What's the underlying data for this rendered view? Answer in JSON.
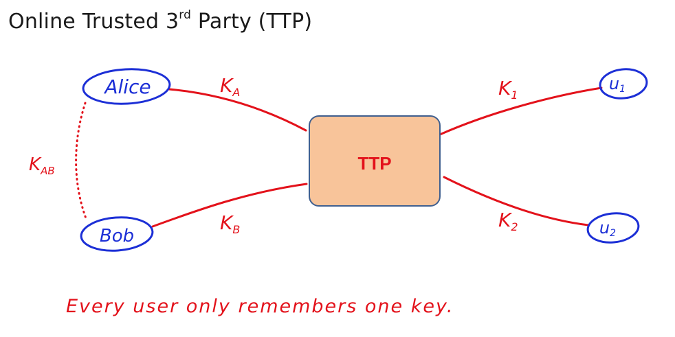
{
  "title": {
    "main": "Online Trusted 3",
    "superscript": "rd",
    "rest": " Party  (TTP)"
  },
  "nodes": {
    "ttp": "TTP",
    "alice": "Alice",
    "bob": "Bob",
    "u1": "u",
    "u1_sub": "1",
    "u2": "u",
    "u2_sub": "2"
  },
  "keys": {
    "ka": "K",
    "ka_sub": "A",
    "kb": "K",
    "kb_sub": "B",
    "k1": "K",
    "k1_sub": "1",
    "k2": "K",
    "k2_sub": "2",
    "kab": "K",
    "kab_sub": "AB"
  },
  "caption": "Every user only remembers one key.",
  "colors": {
    "ttp_fill": "#f8c49a",
    "ttp_stroke": "#3f5f8f",
    "link": "#e3121b",
    "user_outline": "#1c2fd6",
    "text_red": "#e3121b",
    "text_blue": "#1c2fd6"
  }
}
